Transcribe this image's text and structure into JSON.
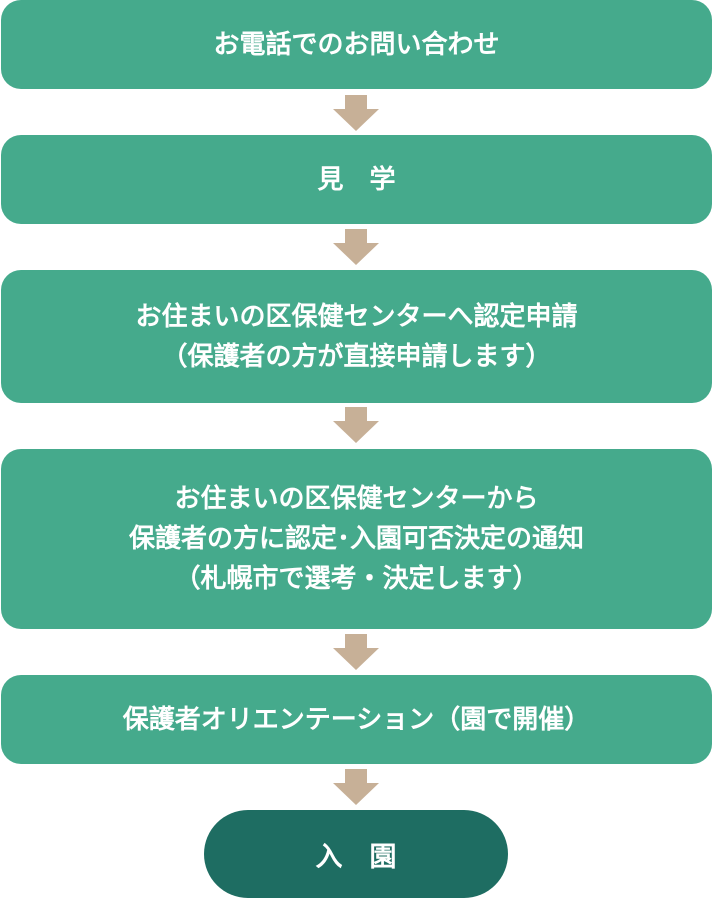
{
  "steps": [
    {
      "lines": [
        "お電話でのお問い合わせ"
      ]
    },
    {
      "lines": [
        "見　学"
      ]
    },
    {
      "lines": [
        "お住まいの区保健センターへ認定申請",
        "（保護者の方が直接申請します）"
      ]
    },
    {
      "lines": [
        "お住まいの区保健センターから",
        "保護者の方に認定･入園可否決定の通知",
        "（札幌市で選考・決定します）"
      ]
    },
    {
      "lines": [
        "保護者オリエンテーション（園で開催）"
      ]
    }
  ],
  "final_step": "入　園",
  "colors": {
    "step_box": "#45aa8c",
    "final_box": "#1e6d62",
    "arrow": "#c7b097",
    "text": "#ffffff"
  }
}
